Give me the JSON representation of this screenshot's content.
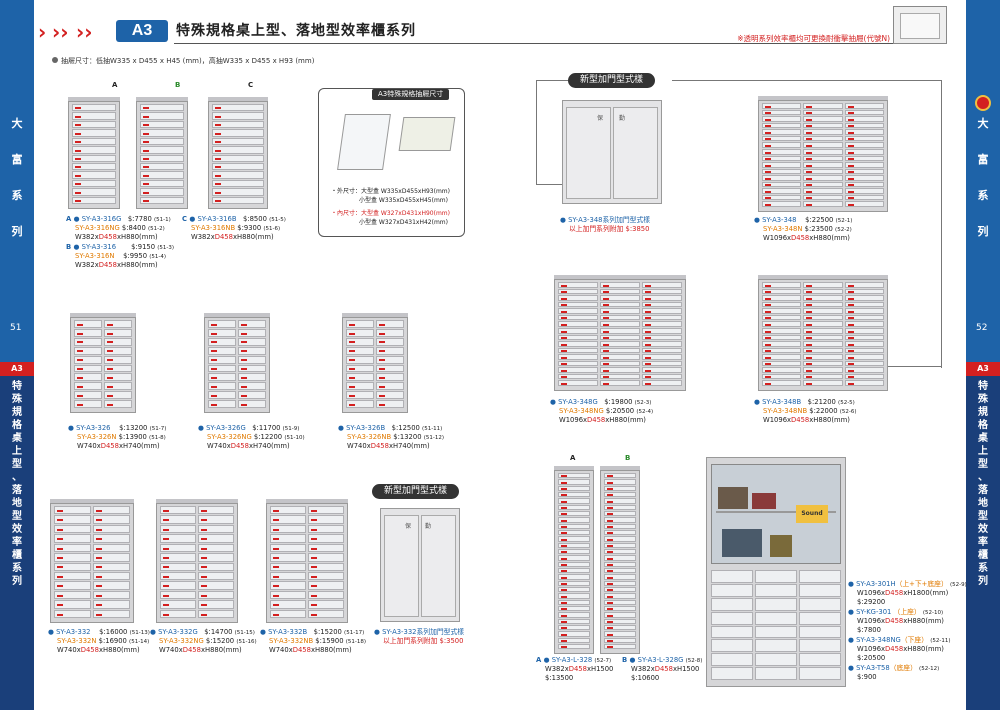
{
  "left_band": {
    "chars": [
      "大",
      "富",
      "系",
      "列"
    ],
    "page": "51",
    "tag": "A3",
    "series_chars": [
      "特",
      "殊",
      "規",
      "格",
      "桌",
      "上",
      "型",
      "、",
      "落",
      "地",
      "型",
      "效",
      "率",
      "櫃",
      "系",
      "列"
    ]
  },
  "right_band": {
    "chars": [
      "大",
      "富",
      "系",
      "列"
    ],
    "page": "52",
    "tag": "A3",
    "series_chars": [
      "特",
      "殊",
      "規",
      "格",
      "桌",
      "上",
      "型",
      "、",
      "落",
      "地",
      "型",
      "效",
      "率",
      "櫃",
      "系",
      "列"
    ]
  },
  "header": {
    "chevrons": "› › ›",
    "badge": "A3",
    "title": "特殊規格桌上型、落地型效率櫃系列",
    "note": "※透明系列效率櫃均可更換耐衝擊抽屜(代號N)"
  },
  "size_line": "抽屜尺寸：低抽W335 x D455 x H45 (mm)，高抽W335 x D455 x H93 (mm)",
  "letters": {
    "a": "A",
    "b": "B",
    "c": "C"
  },
  "info_box": {
    "title": "A3特殊規格抽屜尺寸",
    "outer_label": "・外尺寸：大型盒 W335xD455xH93(mm)",
    "outer_small": "小型盒 W335xD455xH45(mm)",
    "inner_label": "・內尺寸：大型盒 W327xD431xH90(mm)",
    "inner_small": "小型盒 W327xD431xH42(mm)"
  },
  "callouts": {
    "top": "新型加門型式樣",
    "bottom": "新型加門型式樣"
  },
  "door_labels": {
    "left": "保",
    "right": "勤"
  },
  "products": {
    "p316g": {
      "marker": "A ●",
      "code": "SY-A3-316G",
      "price": "$:7780",
      "ref": "(51-1)",
      "code2": "SY-A3-316NG",
      "price2": "$:8400",
      "ref2": "(51-2)",
      "dim_pre": "W382x",
      "dim_d": "D458",
      "dim_post": "xH880(mm)"
    },
    "p316": {
      "marker": "B ●",
      "code": "SY-A3-316",
      "price": "$:9150",
      "ref": "(51-3)",
      "code2": "SY-A3-316N",
      "price2": "$:9950",
      "ref2": "(51-4)",
      "dim_pre": "W382x",
      "dim_d": "D458",
      "dim_post": "xH880(mm)"
    },
    "p316b": {
      "marker": "C ●",
      "code": "SY-A3-316B",
      "price": "$:8500",
      "ref": "(51-5)",
      "code2": "SY-A3-316NB",
      "price2": "$:9300",
      "ref2": "(51-6)",
      "dim_pre": "W382x",
      "dim_d": "D458",
      "dim_post": "xH880(mm)"
    },
    "p326": {
      "code": "SY-A3-326",
      "price": "$:13200",
      "ref": "(51-7)",
      "code2": "SY-A3-326N",
      "price2": "$:13900",
      "ref2": "(51-8)",
      "dim_pre": "W740x",
      "dim_d": "D458",
      "dim_post": "xH740(mm)"
    },
    "p326g": {
      "code": "SY-A3-326G",
      "price": "$:11700",
      "ref": "(51-9)",
      "code2": "SY-A3-326NG",
      "price2": "$:12200",
      "ref2": "(51-10)",
      "dim_pre": "W740x",
      "dim_d": "D458",
      "dim_post": "xH740(mm)"
    },
    "p326b": {
      "code": "SY-A3-326B",
      "price": "$:12500",
      "ref": "(51-11)",
      "code2": "SY-A3-326NB",
      "price2": "$:13200",
      "ref2": "(51-12)",
      "dim_pre": "W740x",
      "dim_d": "D458",
      "dim_post": "xH740(mm)"
    },
    "p332": {
      "code": "SY-A3-332",
      "price": "$:16000",
      "ref": "(51-13)",
      "code2": "SY-A3-332N",
      "price2": "$:16900",
      "ref2": "(51-14)",
      "dim_pre": "W740x",
      "dim_d": "D458",
      "dim_post": "xH880(mm)"
    },
    "p332g": {
      "code": "SY-A3-332G",
      "price": "$:14700",
      "ref": "(51-15)",
      "code2": "SY-A3-332NG",
      "price2": "$:15200",
      "ref2": "(51-16)",
      "dim_pre": "W740x",
      "dim_d": "D458",
      "dim_post": "xH880(mm)"
    },
    "p332b": {
      "code": "SY-A3-332B",
      "price": "$:15200",
      "ref": "(51-17)",
      "code2": "SY-A3-332NB",
      "price2": "$:15900",
      "ref2": "(51-18)",
      "dim_pre": "W740x",
      "dim_d": "D458",
      "dim_post": "xH880(mm)"
    },
    "p332door": {
      "code": "SY-A3-332系列加門型式樣",
      "line2": "以上加門系列附加 $:3500"
    },
    "p348door": {
      "code": "SY-A3-348系列加門型式樣",
      "line2": "以上加門系列附加 $:3850"
    },
    "p348": {
      "code": "SY-A3-348",
      "price": "$:22500",
      "ref": "(52-1)",
      "code2": "SY-A3-348N",
      "price2": "$:23500",
      "ref2": "(52-2)",
      "dim_pre": "W1096x",
      "dim_d": "D458",
      "dim_post": "xH880(mm)"
    },
    "p348g": {
      "code": "SY-A3-348G",
      "price": "$:19800",
      "ref": "(52-3)",
      "code2": "SY-A3-348NG",
      "price2": "$:20500",
      "ref2": "(52-4)",
      "dim_pre": "W1096x",
      "dim_d": "D458",
      "dim_post": "xH880(mm)"
    },
    "p348b": {
      "code": "SY-A3-348B",
      "price": "$:21200",
      "ref": "(52-5)",
      "code2": "SY-A3-348NB",
      "price2": "$:22000",
      "ref2": "(52-6)",
      "dim_pre": "W1096x",
      "dim_d": "D458",
      "dim_post": "xH880(mm)"
    },
    "pl328": {
      "marker": "A ●",
      "code": "SY-A3-L-328",
      "ref": "(52-7)",
      "dim_pre": "W382x",
      "dim_d": "D458",
      "dim_post": "xH1500",
      "price": "$:13500"
    },
    "pl328g": {
      "marker": "B ●",
      "code": "SY-A3-L-328G",
      "ref": "(52-8)",
      "dim_pre": "W382x",
      "dim_d": "D458",
      "dim_post": "xH1500",
      "price": "$:10600"
    },
    "p301h": {
      "code": "SY-A3-301H",
      "note": "（上+下+底座）",
      "ref": "(52-9)",
      "dim_pre": "W1096x",
      "dim_d": "D458",
      "dim_post": "xH1800(mm)",
      "price": "$:29200"
    },
    "kg301": {
      "code": "SY-KG-301",
      "note": "（上座）",
      "ref": "(52-10)",
      "dim_pre": "W1096x",
      "dim_d": "D458",
      "dim_post": "xH880(mm)",
      "price": "$:7800"
    },
    "p348ng": {
      "code": "SY-A3-348NG",
      "note": "（下座）",
      "ref": "(52-11)",
      "dim_pre": "W1096x",
      "dim_d": "D458",
      "dim_post": "xH880(mm)",
      "price": "$:20500"
    },
    "t58": {
      "code": "SY-A3-T58",
      "note": "（底座）",
      "ref": "(52-12)",
      "price": "$:900"
    }
  },
  "bookcase_sign": "Sound",
  "colors": {
    "band": "#1e63a8",
    "red": "#d32020",
    "orange": "#e07a00"
  }
}
